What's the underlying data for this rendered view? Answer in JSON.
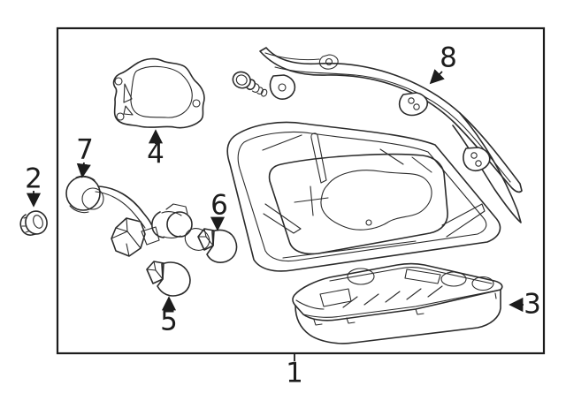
{
  "colors": {
    "background": "#ffffff",
    "line": "#2b2b2b"
  },
  "callouts": {
    "1": {
      "label": "1"
    },
    "2": {
      "label": "2"
    },
    "3": {
      "label": "3"
    },
    "4": {
      "label": "4"
    },
    "5": {
      "label": "5"
    },
    "6": {
      "label": "6"
    },
    "7": {
      "label": "7"
    },
    "8": {
      "label": "8"
    }
  }
}
